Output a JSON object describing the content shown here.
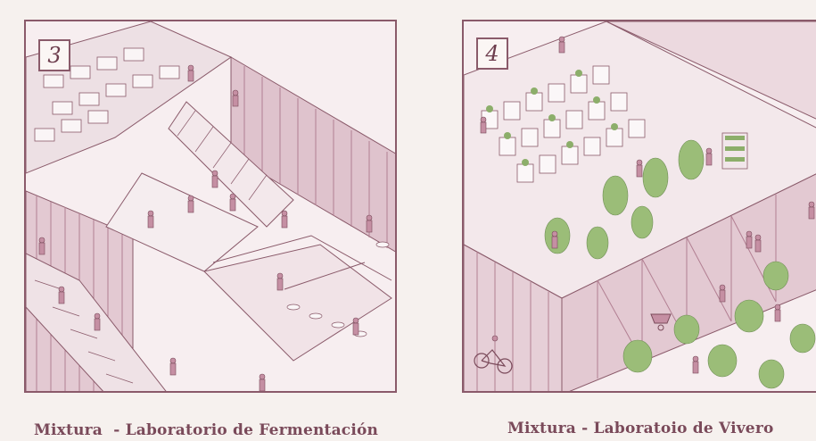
{
  "panels": [
    {
      "number": "3",
      "caption": "Mixtura  - Laboratorio de Fermentación"
    },
    {
      "number": "4",
      "caption": "Mixtura - Laboratoio de Vivero"
    }
  ],
  "colors": {
    "line": "#8a5a6a",
    "fill_light": "#f7eef0",
    "fill_mid": "#e8cfd8",
    "fill_dark": "#c58fa3",
    "plant": "#8cae6a",
    "caption": "#7a4a5a"
  }
}
